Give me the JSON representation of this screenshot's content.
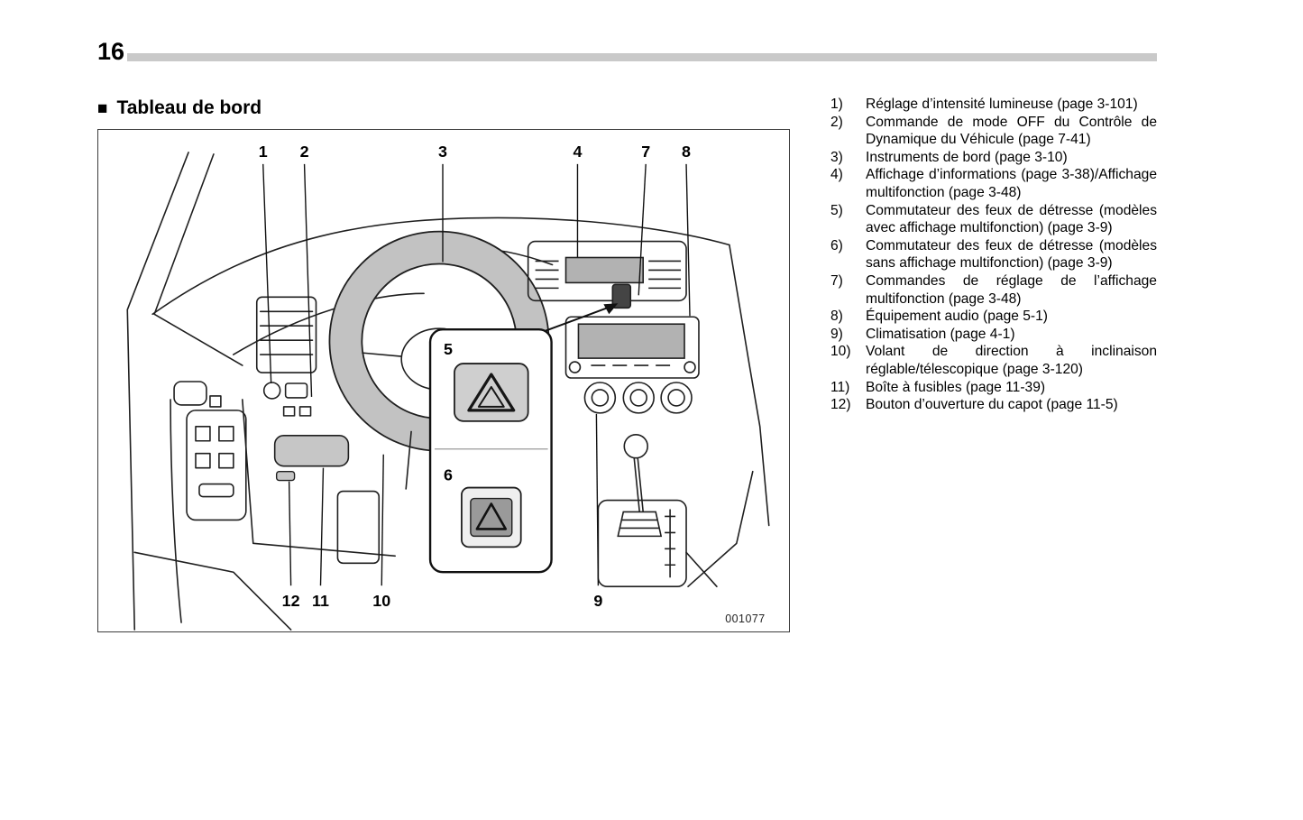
{
  "header": {
    "page_number": "16"
  },
  "section": {
    "marker": "■",
    "title": "Tableau de bord"
  },
  "figure": {
    "code": "001077",
    "callouts": {
      "n1": "1",
      "n2": "2",
      "n3": "3",
      "n4": "4",
      "n5": "5",
      "n6": "6",
      "n7": "7",
      "n8": "8",
      "n9": "9",
      "n10": "10",
      "n11": "11",
      "n12": "12"
    }
  },
  "legend": {
    "items": [
      {
        "num": "1)",
        "text": "Réglage d’intensité lumineuse (page 3-101)"
      },
      {
        "num": "2)",
        "text": "Commande de mode OFF du Contrôle de Dynamique du Véhicule (page 7-41)"
      },
      {
        "num": "3)",
        "text": "Instruments de bord (page 3-10)"
      },
      {
        "num": "4)",
        "text": "Affichage d’informations (page 3-38)/Affichage multifonction (page 3-48)"
      },
      {
        "num": "5)",
        "text": "Commutateur des feux de détresse (modèles avec affichage multifonction) (page 3-9)"
      },
      {
        "num": "6)",
        "text": "Commutateur des feux de détresse (modèles sans affichage multifonction) (page 3-9)"
      },
      {
        "num": "7)",
        "text": "Commandes de réglage de l’affichage multifonction (page 3-48)"
      },
      {
        "num": "8)",
        "text": "Équipement audio (page 5-1)"
      },
      {
        "num": "9)",
        "text": "Climatisation (page 4-1)"
      },
      {
        "num": "10)",
        "text": "Volant de direction à inclinaison réglable/télescopique (page 3-120)"
      },
      {
        "num": "11)",
        "text": "Boîte à fusibles (page 11-39)"
      },
      {
        "num": "12)",
        "text": "Bouton d’ouverture du capot (page 11-5)"
      }
    ]
  }
}
